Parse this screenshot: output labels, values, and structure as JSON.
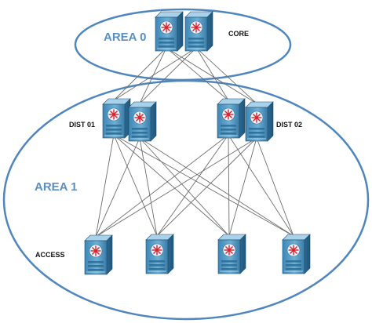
{
  "areas": [
    {
      "id": "area0",
      "label": "AREA 0"
    },
    {
      "id": "area1",
      "label": "AREA 1"
    }
  ],
  "tiers": {
    "core": {
      "label": "CORE"
    },
    "dist01": {
      "label": "DIST 01"
    },
    "dist02": {
      "label": "DIST 02"
    },
    "access": {
      "label": "ACCESS"
    }
  },
  "devices": [
    {
      "id": "core-1",
      "tier": "core"
    },
    {
      "id": "core-2",
      "tier": "core"
    },
    {
      "id": "dist-1a",
      "tier": "dist01"
    },
    {
      "id": "dist-1b",
      "tier": "dist01"
    },
    {
      "id": "dist-2a",
      "tier": "dist02"
    },
    {
      "id": "dist-2b",
      "tier": "dist02"
    },
    {
      "id": "access-1",
      "tier": "access"
    },
    {
      "id": "access-2",
      "tier": "access"
    },
    {
      "id": "access-3",
      "tier": "access"
    },
    {
      "id": "access-4",
      "tier": "access"
    }
  ],
  "links": [
    [
      "core-1",
      "dist-1a"
    ],
    [
      "core-1",
      "dist-1b"
    ],
    [
      "core-1",
      "dist-2a"
    ],
    [
      "core-1",
      "dist-2b"
    ],
    [
      "core-2",
      "dist-1a"
    ],
    [
      "core-2",
      "dist-1b"
    ],
    [
      "core-2",
      "dist-2a"
    ],
    [
      "core-2",
      "dist-2b"
    ],
    [
      "dist-1a",
      "access-1"
    ],
    [
      "dist-1a",
      "access-2"
    ],
    [
      "dist-1a",
      "access-3"
    ],
    [
      "dist-1a",
      "access-4"
    ],
    [
      "dist-1b",
      "access-1"
    ],
    [
      "dist-1b",
      "access-2"
    ],
    [
      "dist-1b",
      "access-3"
    ],
    [
      "dist-1b",
      "access-4"
    ],
    [
      "dist-2a",
      "access-1"
    ],
    [
      "dist-2a",
      "access-2"
    ],
    [
      "dist-2a",
      "access-3"
    ],
    [
      "dist-2a",
      "access-4"
    ],
    [
      "dist-2b",
      "access-1"
    ],
    [
      "dist-2b",
      "access-2"
    ],
    [
      "dist-2b",
      "access-3"
    ],
    [
      "dist-2b",
      "access-4"
    ]
  ],
  "colors": {
    "area_outline": "#4f86be",
    "area_text": "#5b8fc2",
    "link": "#6e6e6e",
    "device_body": "#5c9ec7",
    "device_dark": "#2f6f97",
    "device_light": "#a9d2ea",
    "device_accent": "#d9232e"
  },
  "icons": {
    "device": "router-switch-icon"
  }
}
